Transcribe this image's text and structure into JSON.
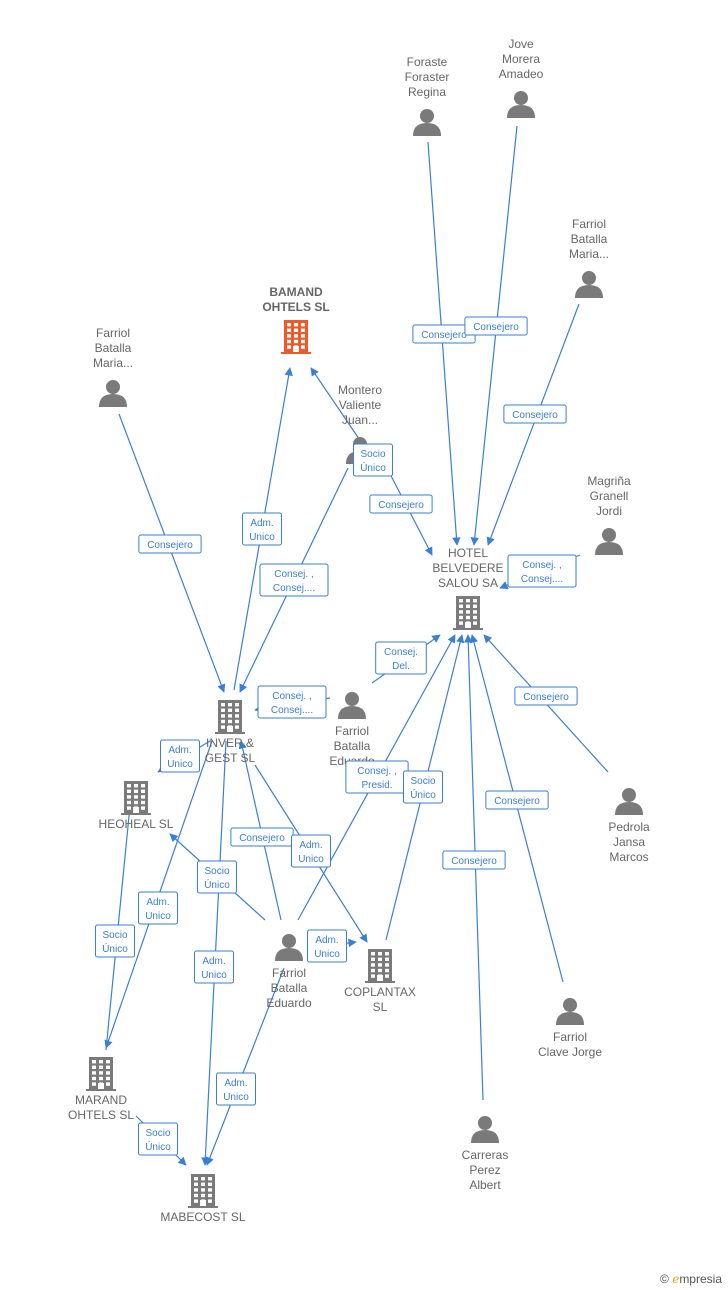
{
  "colors": {
    "edge": "#3a7fd5",
    "person": "#7a7a7a",
    "company": "#7a7a7a",
    "highlight": "#f05a28"
  },
  "nodes": [
    {
      "id": "bamand",
      "type": "company",
      "highlight": true,
      "label": [
        "BAMAND",
        "OHTELS  SL"
      ]
    },
    {
      "id": "hotel",
      "type": "company",
      "label": [
        "HOTEL",
        "BELVEDERE",
        "SALOU SA"
      ]
    },
    {
      "id": "inver",
      "type": "company",
      "label": [
        "INVER &",
        "GEST  SL"
      ]
    },
    {
      "id": "heoheal",
      "type": "company",
      "label": [
        "HEOHEAL  SL"
      ]
    },
    {
      "id": "marand",
      "type": "company",
      "label": [
        "MARAND",
        "OHTELS  SL"
      ]
    },
    {
      "id": "mabecost",
      "type": "company",
      "label": [
        "MABECOST  SL"
      ]
    },
    {
      "id": "coplantax",
      "type": "company",
      "label": [
        "COPLANTAX",
        "SL"
      ]
    },
    {
      "id": "foraste",
      "type": "person",
      "label": [
        "Foraste",
        "Foraster",
        "Regina"
      ]
    },
    {
      "id": "jove",
      "type": "person",
      "label": [
        "Jove",
        "Morera",
        "Amadeo"
      ]
    },
    {
      "id": "farriol_mr",
      "type": "person",
      "label": [
        "Farriol",
        "Batalla",
        "Maria..."
      ]
    },
    {
      "id": "farriol_ml",
      "type": "person",
      "label": [
        "Farriol",
        "Batalla",
        "Maria..."
      ]
    },
    {
      "id": "montero",
      "type": "person",
      "label": [
        "Montero",
        "Valiente",
        "Juan..."
      ]
    },
    {
      "id": "magrina",
      "type": "person",
      "label": [
        "Magriña",
        "Granell",
        "Jordi"
      ]
    },
    {
      "id": "farriol_e1",
      "type": "person",
      "label": [
        "Farriol",
        "Batalla",
        "Eduardo"
      ]
    },
    {
      "id": "farriol_e2",
      "type": "person",
      "label": [
        "Farriol",
        "Batalla",
        "Eduardo"
      ]
    },
    {
      "id": "pedrola",
      "type": "person",
      "label": [
        "Pedrola",
        "Jansa",
        "Marcos"
      ]
    },
    {
      "id": "clave",
      "type": "person",
      "label": [
        "Farriol",
        "Clave Jorge"
      ]
    },
    {
      "id": "carreras",
      "type": "person",
      "label": [
        "Carreras",
        "Perez",
        "Albert"
      ]
    }
  ],
  "edges": [
    {
      "from": "foraste",
      "to": "hotel",
      "label": [
        "Consejero"
      ]
    },
    {
      "from": "jove",
      "to": "hotel",
      "label": [
        "Consejero"
      ]
    },
    {
      "from": "farriol_mr",
      "to": "hotel",
      "label": [
        "Consejero"
      ]
    },
    {
      "from": "magrina",
      "to": "hotel",
      "label": [
        "Consej. ,",
        "Consej...."
      ]
    },
    {
      "from": "montero",
      "to": "bamand",
      "label": [
        "Socio",
        "Único"
      ]
    },
    {
      "from": "montero",
      "to": "hotel",
      "label": [
        "Consejero"
      ]
    },
    {
      "from": "montero",
      "to": "inver",
      "label": [
        "Consej. ,",
        "Consej...."
      ]
    },
    {
      "from": "farriol_ml",
      "to": "inver",
      "label": [
        "Consejero"
      ]
    },
    {
      "from": "inver",
      "to": "bamand",
      "label": [
        "Adm.",
        "Unico"
      ]
    },
    {
      "from": "farriol_e1",
      "to": "inver",
      "label": [
        "Consej. ,",
        "Consej...."
      ]
    },
    {
      "from": "farriol_e1",
      "to": "hotel",
      "label": [
        "Consej.",
        "Del."
      ]
    },
    {
      "from": "inver",
      "to": "heoheal",
      "label": [
        "Adm.",
        "Unico"
      ]
    },
    {
      "from": "farriol_e2",
      "to": "hotel",
      "label": [
        "Consej. ,",
        "Presid."
      ]
    },
    {
      "from": "coplantax",
      "to": "hotel",
      "label": [
        "Socio",
        "Único"
      ]
    },
    {
      "from": "pedrola",
      "to": "hotel",
      "label": [
        "Consejero"
      ]
    },
    {
      "from": "clave",
      "to": "hotel",
      "label": [
        "Consejero"
      ]
    },
    {
      "from": "carreras",
      "to": "hotel",
      "label": [
        "Consejero"
      ]
    },
    {
      "from": "farriol_e2",
      "to": "inver",
      "label": [
        "Consejero"
      ]
    },
    {
      "from": "inver",
      "to": "coplantax",
      "label": [
        "Adm.",
        "Unico"
      ]
    },
    {
      "from": "farriol_e2",
      "to": "heoheal",
      "label": [
        "Socio",
        "Único"
      ]
    },
    {
      "from": "inver",
      "to": "marand",
      "label": [
        "Adm.",
        "Unico"
      ]
    },
    {
      "from": "marand",
      "to": "heoheal",
      "label": [
        "Socio",
        "Único"
      ]
    },
    {
      "from": "inver",
      "to": "mabecost",
      "label": [
        "Adm.",
        "Unico"
      ]
    },
    {
      "from": "farriol_e2",
      "to": "coplantax",
      "label": [
        "Adm.",
        "Unico"
      ]
    },
    {
      "from": "farriol_e2",
      "to": "mabecost",
      "label": [
        "Adm.",
        "Unico"
      ]
    },
    {
      "from": "marand",
      "to": "mabecost",
      "label": [
        "Socio",
        "Único"
      ]
    }
  ],
  "brand": {
    "copyright": "©",
    "initial": "e",
    "rest": "mpresia"
  }
}
